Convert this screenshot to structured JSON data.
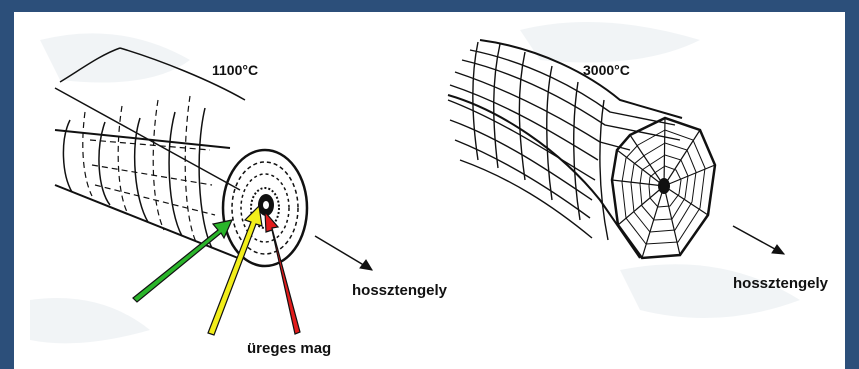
{
  "left_figure": {
    "temperature": "1100°C",
    "axis_label": "hossztengely",
    "core_label": "üreges mag"
  },
  "right_figure": {
    "temperature": "3000°C",
    "axis_label": "hossztengely"
  },
  "colors": {
    "frame": "#2c4f7a",
    "green_arrow": "#2bb52b",
    "yellow_arrow": "#f2ee1a",
    "red_arrow": "#e21c1c"
  }
}
